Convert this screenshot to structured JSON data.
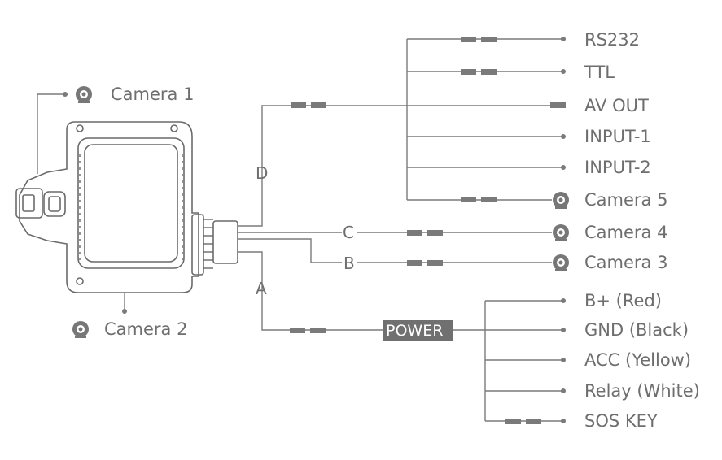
{
  "top_outputs": [
    {
      "label": "RS232",
      "icon": "dot"
    },
    {
      "label": "TTL",
      "icon": "dot"
    },
    {
      "label": "AV OUT",
      "icon": "plug"
    },
    {
      "label": "INPUT-1",
      "icon": "dot"
    },
    {
      "label": "INPUT-2",
      "icon": "dot"
    },
    {
      "label": "Camera 5",
      "icon": "camera-icon"
    }
  ],
  "branches": {
    "a": "A",
    "b": "B",
    "c": "C",
    "d": "D"
  },
  "camera_outputs": [
    {
      "label": "Camera 4",
      "icon": "camera-icon"
    },
    {
      "label": "Camera 3",
      "icon": "camera-icon"
    }
  ],
  "power": {
    "label": "POWER",
    "outputs": [
      {
        "label": "B+ (Red)"
      },
      {
        "label": "GND (Black)"
      },
      {
        "label": "ACC (Yellow)"
      },
      {
        "label": "Relay (White)"
      },
      {
        "label": "SOS KEY"
      }
    ]
  },
  "device_cameras": {
    "camera1": "Camera 1",
    "camera2": "Camera 2"
  },
  "colors": {
    "line": "#7a7a7a",
    "text": "#6e6e6e",
    "power_box": "#707070"
  }
}
